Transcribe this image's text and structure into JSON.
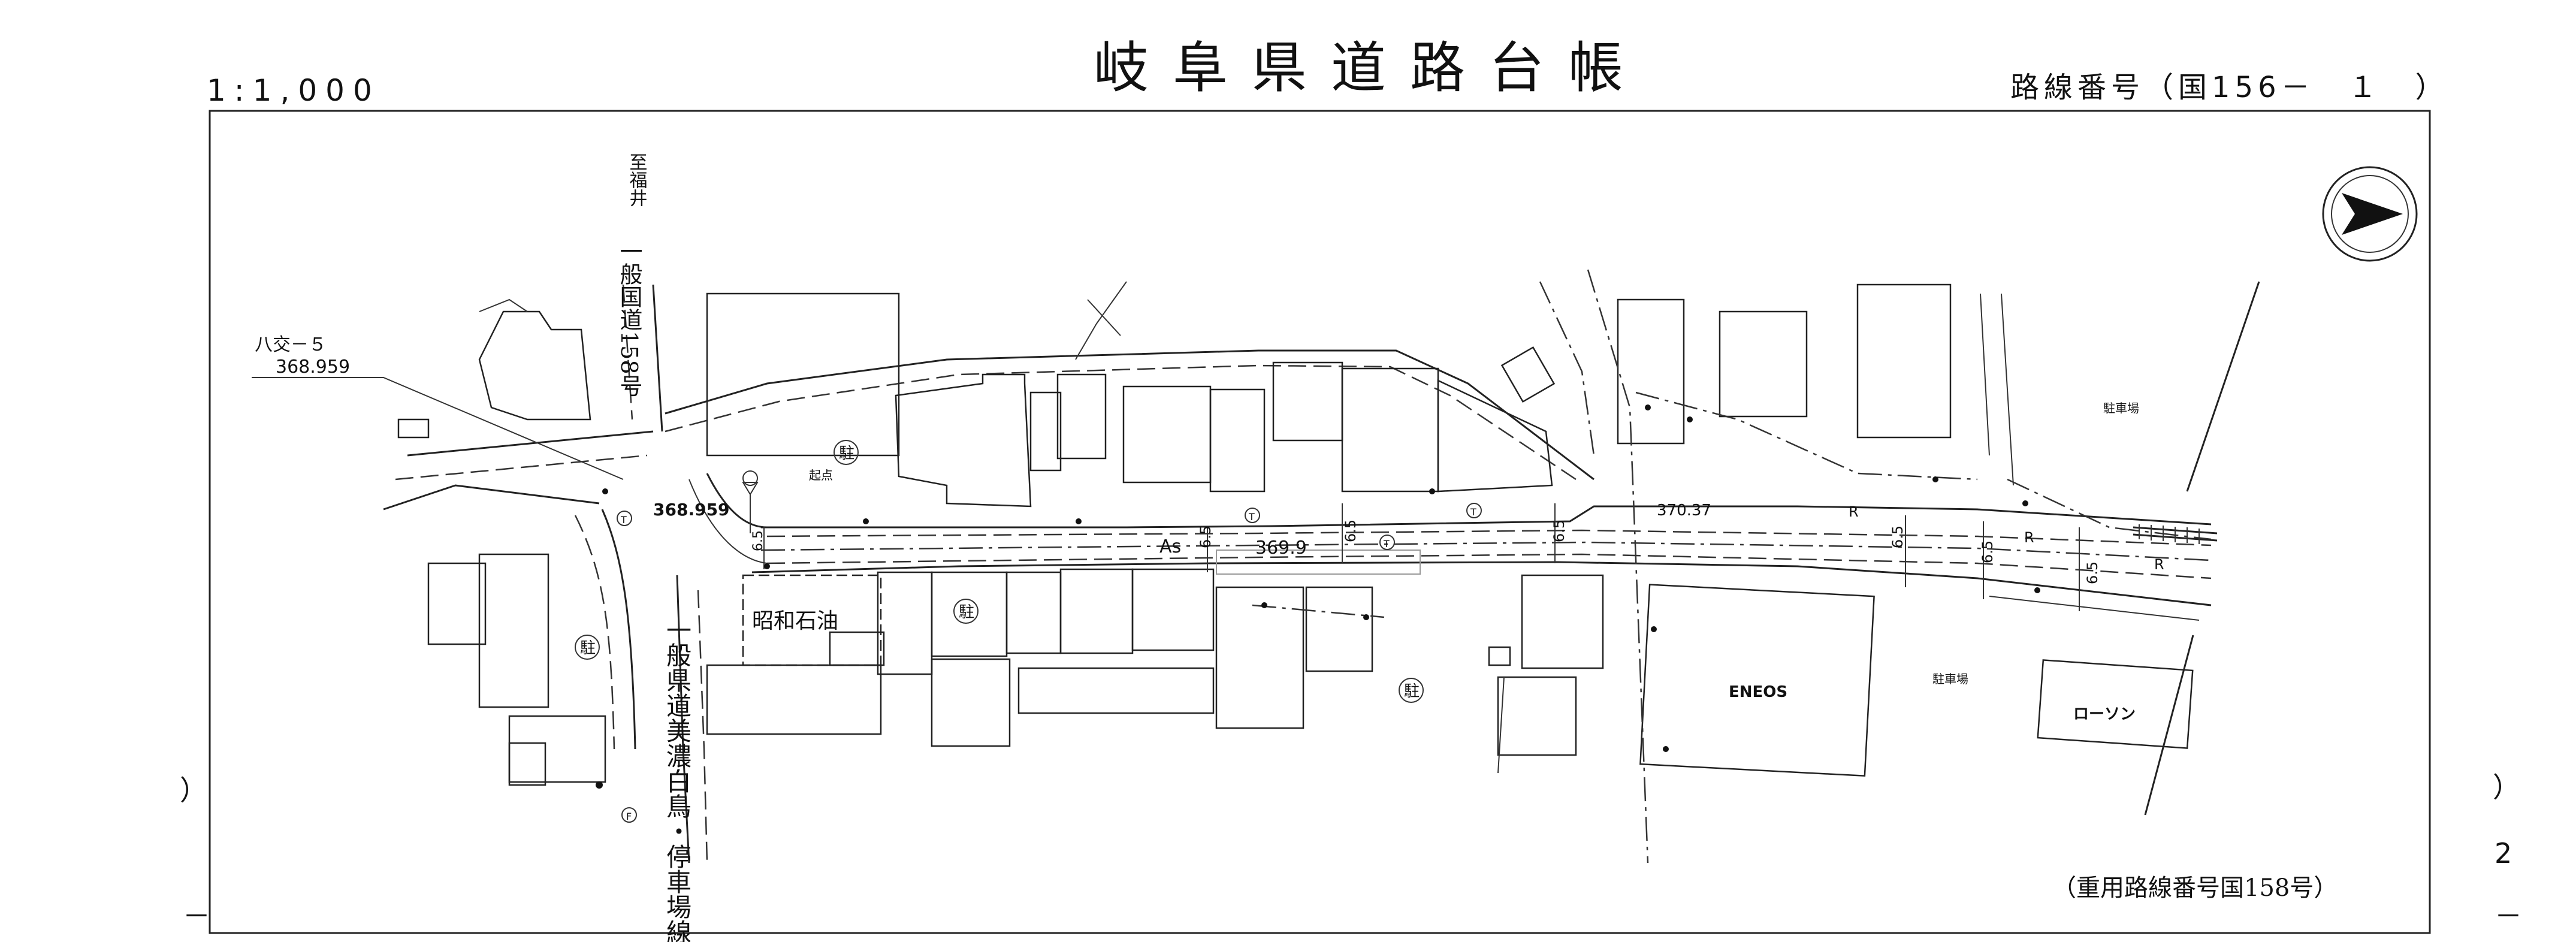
{
  "header": {
    "scale": "1:1,000",
    "title": "岐阜県道路台帳",
    "route_number": "路線番号（国156－　１　）"
  },
  "labels": {
    "to_fukui": "至福井",
    "national_road_158": "一般国道158号",
    "intersection_id": "八交－５",
    "intersection_value": "368.959",
    "station_left": "368.959",
    "station_mid": "369.9",
    "station_right": "370.37",
    "surface": "As",
    "start_point": "起点",
    "parking_symbol": "駐",
    "showa_oil": "昭和石油",
    "prefectural_road": "一般県道美濃白鳥・停車場線",
    "eneos": "ENEOS",
    "parking_lot_1": "駐車場",
    "parking_lot_2": "駐車場",
    "lawson": "ローソン",
    "shared_route": "（重用路線番号国158号）",
    "width_label": "6.5",
    "r_mark": "R",
    "telephone_mark": "T",
    "f_mark": "F"
  },
  "margins": {
    "left_mark": "）",
    "left_dash": "－",
    "right_mark": "）",
    "right_num": "2",
    "right_dash": "－"
  },
  "colors": {
    "ink": "#222222",
    "paper": "#ffffff",
    "faint": "#999999"
  }
}
